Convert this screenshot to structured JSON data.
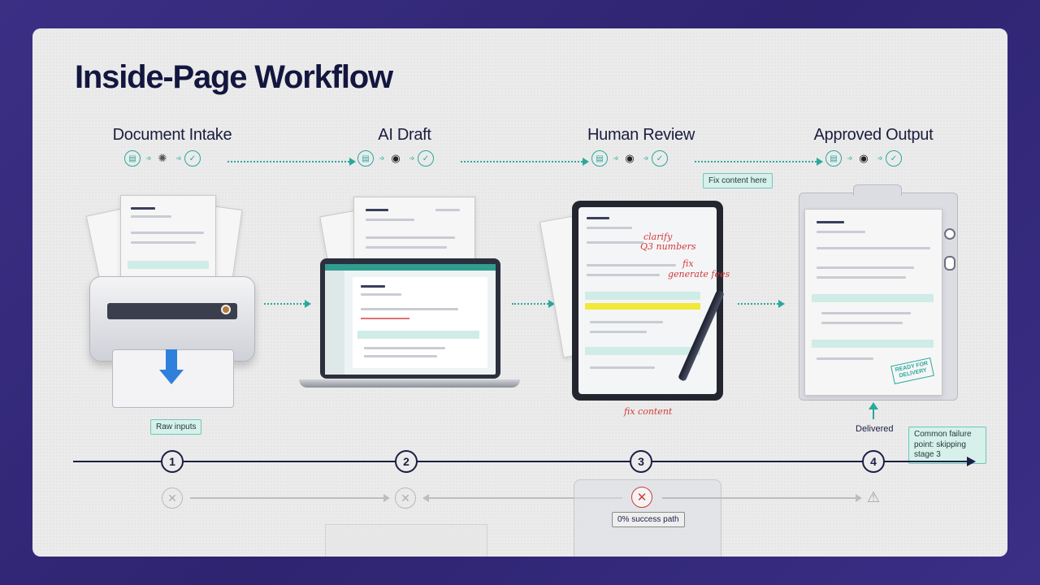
{
  "title": "Inside-Page Workflow",
  "stages": [
    {
      "title": "Document Intake",
      "icons": [
        "document-icon",
        "sparkle-icon",
        "check-icon"
      ],
      "note": "Raw inputs"
    },
    {
      "title": "AI Draft",
      "icons": [
        "document-icon",
        "eye-icon",
        "check-icon"
      ]
    },
    {
      "title": "Human Review",
      "icons": [
        "document-icon",
        "eye-icon",
        "check-icon"
      ],
      "note": "Fix content here",
      "scribbles": [
        "clarify",
        "Q3 numbers",
        "fix",
        "generate fees",
        "fix content"
      ]
    },
    {
      "title": "Approved Output",
      "icons": [
        "document-icon",
        "eye-icon",
        "check-icon"
      ],
      "note": "Delivered",
      "stamp": "READY FOR DELIVERY"
    }
  ],
  "timeline": {
    "nodes": [
      "1",
      "2",
      "3",
      "4"
    ],
    "failure_note": "Common failure point: skipping stage 3",
    "success_note": "0% success path"
  },
  "colors": {
    "accent": "#2aa89c",
    "timeline": "#1b1e45",
    "background": "#3b2f85",
    "error": "#d23a3a"
  }
}
